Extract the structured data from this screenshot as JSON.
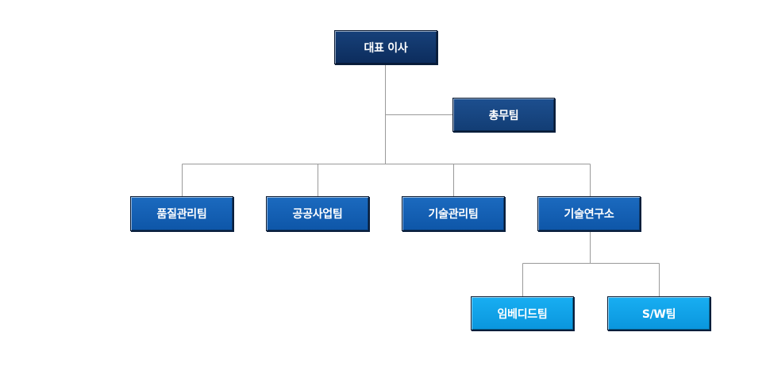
{
  "org_chart": {
    "ceo": "대표 이사",
    "general_affairs": "총무팀",
    "departments": [
      "품질관리팀",
      "공공사업팀",
      "기술관리팀",
      "기술연구소"
    ],
    "research_teams": [
      "임베디드팀",
      "S/W팀"
    ]
  },
  "colors": {
    "ceo_box": "#0c2c5c",
    "staff_box": "#123d74",
    "department_box": "#0e56a8",
    "team_box": "#0a96dd",
    "connector": "#9a9a9a"
  }
}
